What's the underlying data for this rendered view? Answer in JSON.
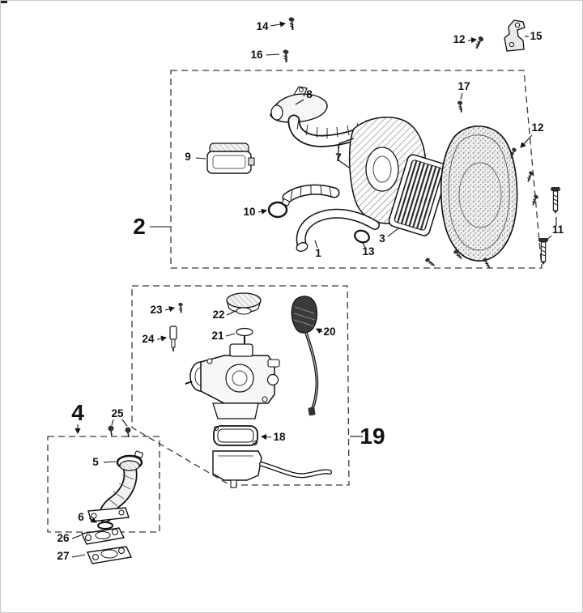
{
  "diagram": {
    "group_labels": {
      "g2": "2",
      "g4": "4",
      "g19": "19"
    },
    "parts": {
      "p1": "1",
      "p3": "3",
      "p5": "5",
      "p6": "6",
      "p7": "7",
      "p8": "8",
      "p9": "9",
      "p10": "10",
      "p11": "11",
      "p12": "12",
      "p13": "13",
      "p14": "14",
      "p15": "15",
      "p16": "16",
      "p17": "17",
      "p18": "18",
      "p20": "20",
      "p21": "21",
      "p22": "22",
      "p23": "23",
      "p24": "24",
      "p25": "25",
      "p26": "26",
      "p27": "27"
    }
  }
}
